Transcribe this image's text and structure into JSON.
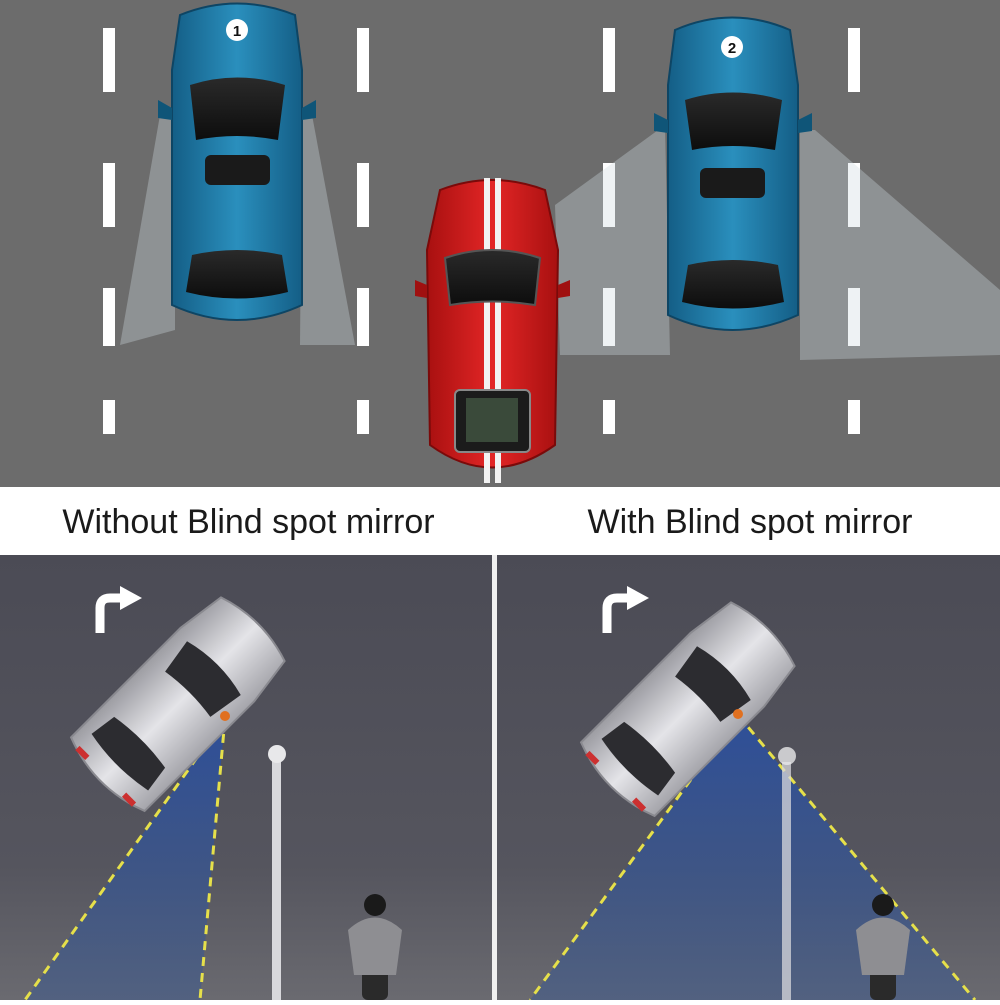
{
  "top_scene": {
    "car_one_number": "1",
    "car_two_number": "2",
    "colors": {
      "road": "#6c6c6c",
      "lane_marking": "#ffffff",
      "blue_car": "#1f7fae",
      "red_car": "#d51f1f",
      "red_car_stripe": "#f2f2f2"
    }
  },
  "captions": {
    "left": "Without Blind spot mirror",
    "right": "With Blind spot mirror"
  },
  "bottom_scene": {
    "icons": [
      "turn-right-arrow-icon",
      "street-lamp-icon",
      "motorcyclist-icon"
    ],
    "colors": {
      "night_road": "#4a4a55",
      "divider": "#f0f0f0",
      "silver_car": "#cfcfd4",
      "view_cone": "#3a5a9a",
      "sight_line": "#e6e04a"
    }
  }
}
